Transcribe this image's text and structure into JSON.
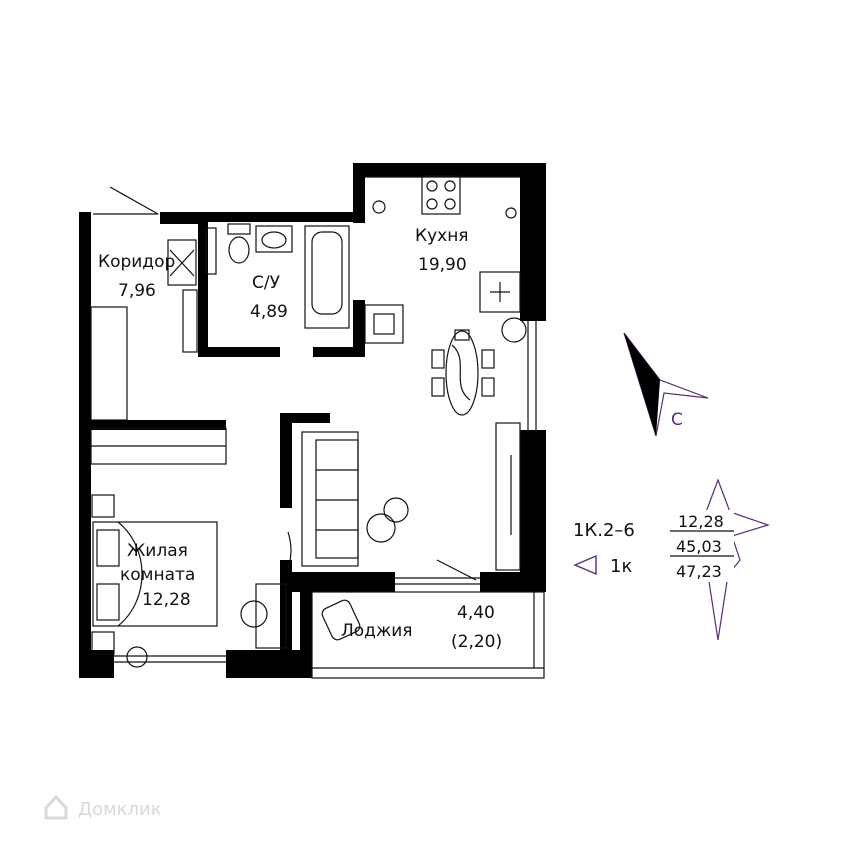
{
  "rooms": {
    "corridor": {
      "name": "Коридор",
      "area": "7,96"
    },
    "bathroom": {
      "name": "С/У",
      "area": "4,89"
    },
    "kitchen": {
      "name": "Кухня",
      "area": "19,90"
    },
    "living": {
      "name_line1": "Жилая",
      "name_line2": "комната",
      "area": "12,28"
    },
    "loggia": {
      "name": "Лоджия",
      "area": "4,40",
      "area_reduced": "(2,20)"
    }
  },
  "unit": {
    "code": "1К.2–6",
    "type": "1к",
    "living_area": "12,28",
    "total_area": "45,03",
    "total_with_loggia": "47,23"
  },
  "compass": {
    "label": "С"
  },
  "watermark": {
    "text": "Домклик"
  },
  "colors": {
    "wall": "#000000",
    "line": "#111111",
    "accent": "#5a2d7a"
  }
}
